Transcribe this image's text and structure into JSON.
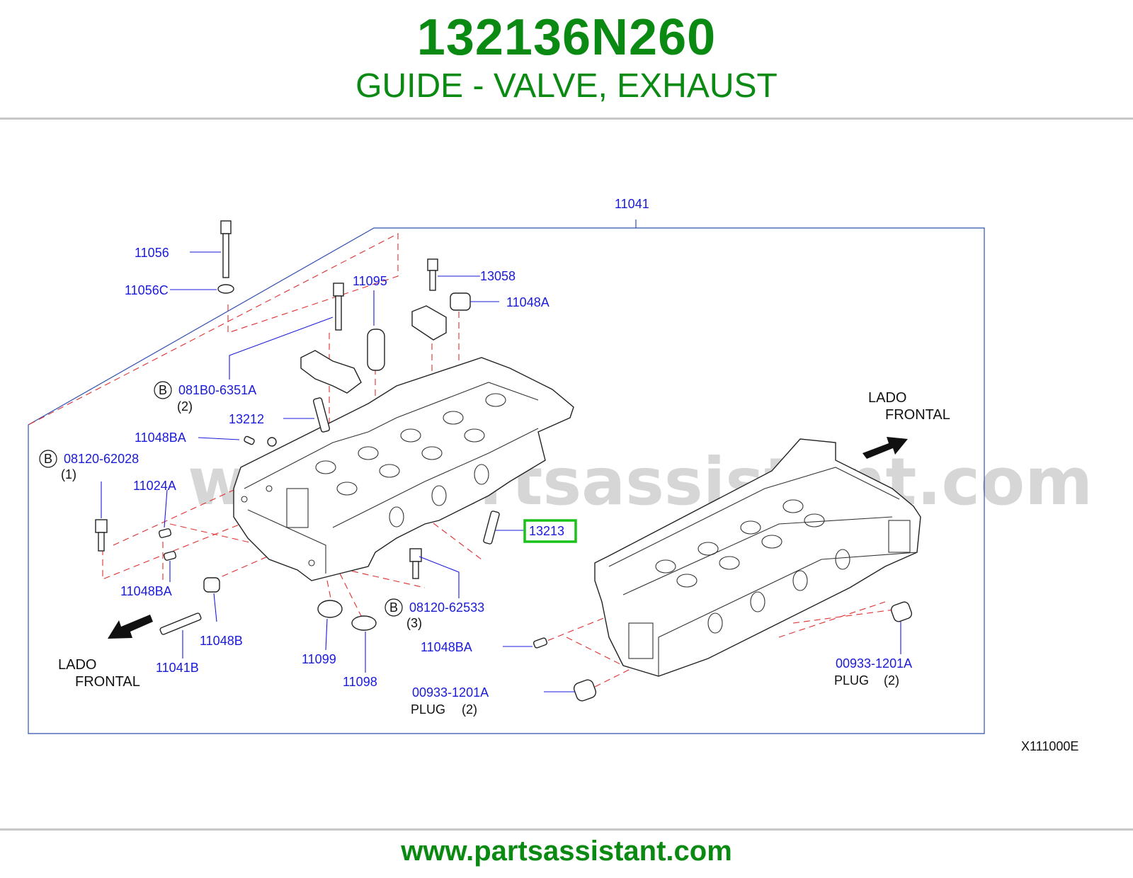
{
  "header": {
    "part_number": "132136N260",
    "description": "GUIDE - VALVE, EXHAUST"
  },
  "footer": {
    "url": "www.partsassistant.com"
  },
  "diagram": {
    "watermark": "www.partsassistant.com",
    "diagram_code": "X111000E",
    "callouts": {
      "c11041": "11041",
      "c11056": "11056",
      "c11056C": "11056C",
      "c11095": "11095",
      "c13058": "13058",
      "c11048A": "11048A",
      "c081B0": "081B0-6351A",
      "q2a": "(2)",
      "c13212": "13212",
      "c11048BA_1": "11048BA",
      "c08120_62028": "08120-62028",
      "q1": "(1)",
      "c11024A": "11024A",
      "c13213": "13213",
      "c11048BA_2": "11048BA",
      "c08120_62533": "08120-62533",
      "q3": "(3)",
      "c11048B": "11048B",
      "c11041B": "11041B",
      "c11099": "11099",
      "c11098": "11098",
      "c11048BA_3": "11048BA",
      "c00933_left": "00933-1201A",
      "plug_left": "PLUG",
      "q2b": "(2)",
      "c00933_right": "00933-1201A",
      "plug_right": "PLUG",
      "q2c": "(2)"
    },
    "bolt_marker": "B",
    "front_label_right": {
      "line1": "LADO",
      "line2": "FRONTAL"
    },
    "front_label_left": {
      "line1": "LADO",
      "line2": "FRONTAL"
    },
    "highlight_color": "#19c219",
    "callout_color": "#1a1adb",
    "title_color": "#0a8a12"
  }
}
